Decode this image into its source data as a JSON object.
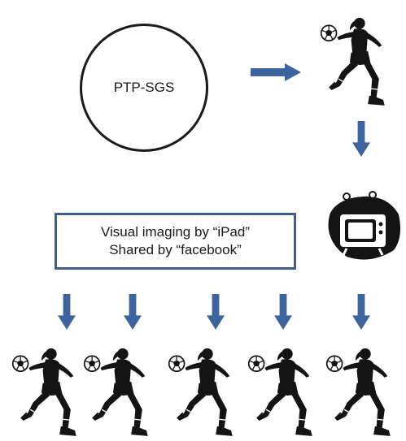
{
  "node_label": "PTP-SGS",
  "caption": {
    "line1": "Visual imaging by “iPad”",
    "line2": "Shared by “facebook”"
  },
  "colors": {
    "arrow": "#3e64a0",
    "box_border": "#3a5f8c",
    "outline": "#1a1a1a",
    "silhouette": "#141414"
  },
  "icons": {
    "player": "soccer-player-icon",
    "tv": "television-icon"
  }
}
